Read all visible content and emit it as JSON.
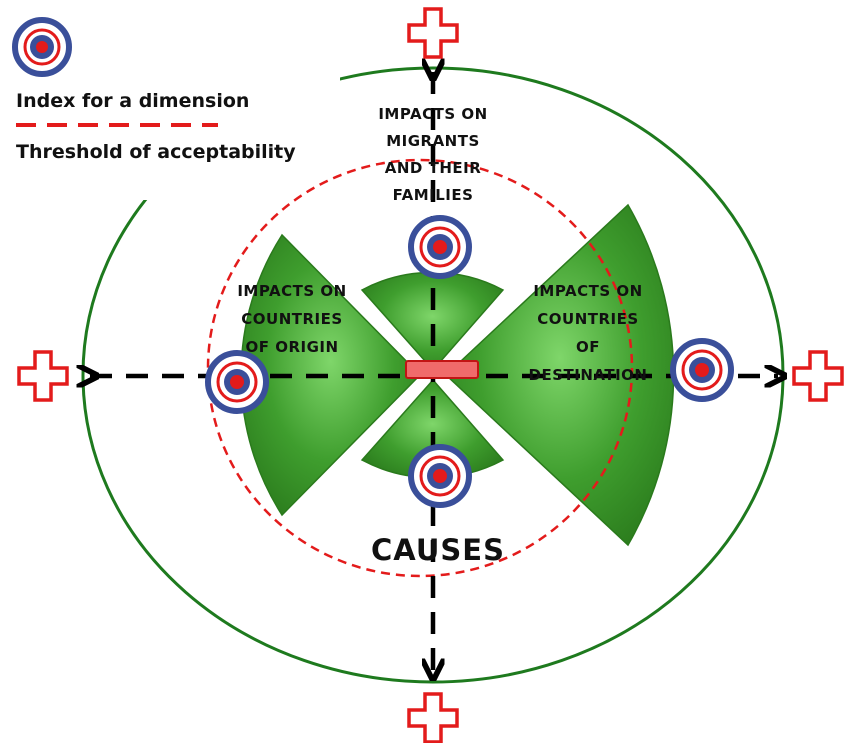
{
  "legend": {
    "index_label": "Index for a dimension",
    "threshold_label": "Threshold of acceptability"
  },
  "labels": {
    "top": [
      "IMPACTS ON",
      "MIGRANTS",
      "AND THEIR",
      "FAMILIES"
    ],
    "left": [
      "IMPACTS ON",
      "COUNTRIES",
      "OF ORIGIN"
    ],
    "right": [
      "IMPACTS ON",
      "COUNTRIES",
      "OF",
      "DESTINATION"
    ],
    "bottom": "CAUSES"
  },
  "symbols": {
    "plus": "+",
    "minus": "−"
  },
  "colors": {
    "sector_green": "#3f9e2e",
    "circle_green": "#1e7a1e",
    "threshold_red": "#e31b1b",
    "plus_red": "#e31b1b",
    "index_blue": "#3a4f9a",
    "index_red": "#e31b1b"
  }
}
